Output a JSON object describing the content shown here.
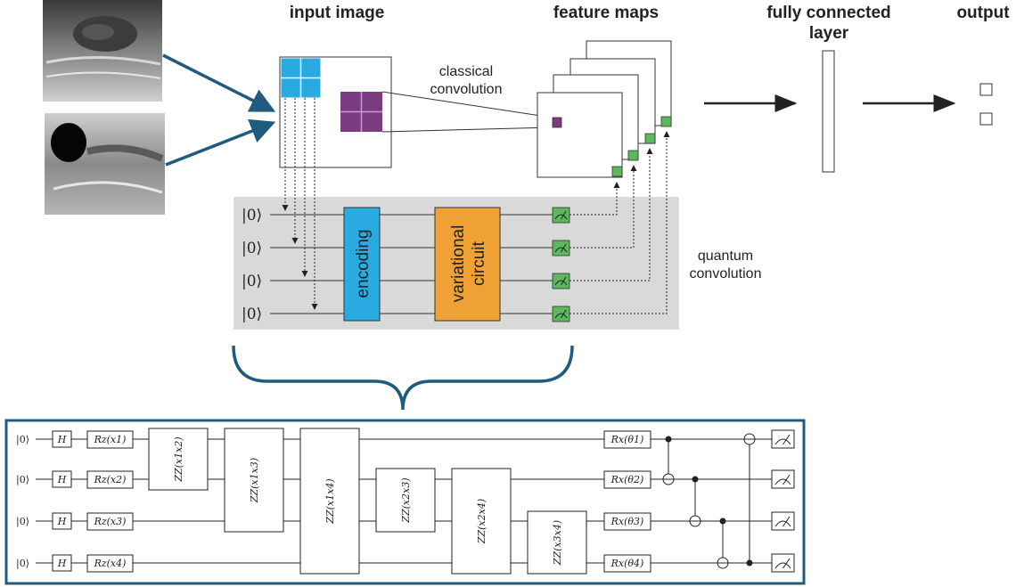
{
  "headers": {
    "input_image": "input image",
    "feature_maps": "feature maps",
    "fully_connected_1": "fully connected",
    "fully_connected_2": "layer",
    "output": "output"
  },
  "labels": {
    "classical_1": "classical",
    "classical_2": "convolution",
    "quantum_1": "quantum",
    "quantum_2": "convolution",
    "encoding": "encoding",
    "variational_1": "variational",
    "variational_2": "circuit"
  },
  "ket_zero": "|0⟩",
  "circuit": {
    "hadamard": "H",
    "rz_gates": [
      "Rz(x1)",
      "Rz(x2)",
      "Rz(x3)",
      "Rz(x4)"
    ],
    "zz_gates": [
      "ZZ(x1x2)",
      "ZZ(x1x3)",
      "ZZ(x1x4)",
      "ZZ(x2x3)",
      "ZZ(x2x4)",
      "ZZ(x3x4)"
    ],
    "rx_gates": [
      "Rx(θ1)",
      "Rx(θ2)",
      "Rx(θ3)",
      "Rx(θ4)"
    ]
  },
  "colors": {
    "accent_blue": "#1f5b7e",
    "pixel_blue": "#29abe2",
    "pixel_purple": "#7a3b80",
    "encoding_blue": "#29abe2",
    "variational_orange": "#f0a136",
    "measure_green": "#5cb85c",
    "panel_gray": "#d9d9d9"
  }
}
